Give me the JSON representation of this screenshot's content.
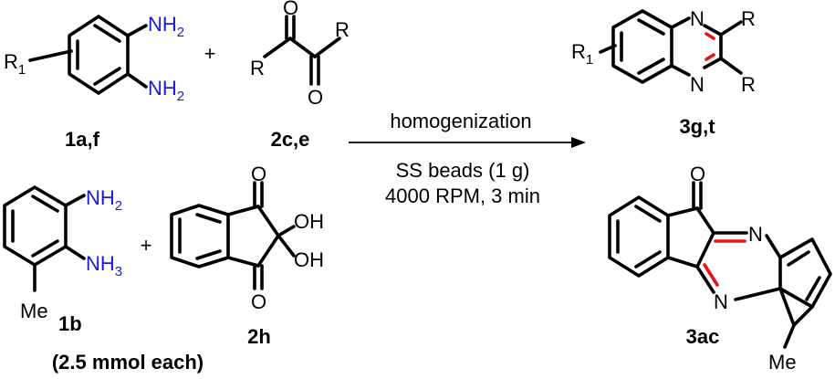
{
  "colors": {
    "heteroatom_blue": "#1a1adb",
    "oxygen_red": "#e4141b",
    "bond_black": "#000000"
  },
  "reaction_top": {
    "diamine_substituent": "R",
    "diamine_substituent_subscript": "1",
    "amine_group": "NH",
    "amine_subscript": "2",
    "diamine_label": "1a,f",
    "plus": "+",
    "diketone_substituent": "R",
    "carbonyl_atom": "O",
    "diketone_label": "2c,e",
    "product_ring_n": "N",
    "product_substituent": "R",
    "product_r1": "R",
    "product_r1_subscript": "1",
    "product_label": "3g,t"
  },
  "conditions": {
    "above_arrow": "homogenization",
    "below_line1": "SS beads (1 g)",
    "below_line2": "4000 RPM, 3 min"
  },
  "reaction_bottom": {
    "amine_top": "NH",
    "amine_top_subscript": "2",
    "amine_bottom": "NH",
    "amine_bottom_subscript": "3",
    "methyl": "Me",
    "diamine_label": "1b",
    "scale_note": "(2.5 mmol each)",
    "plus": "+",
    "ninhydrin_oxygen": "O",
    "hydroxyl": "OH",
    "ninhydrin_label": "2h",
    "product_oxygen": "O",
    "product_n": "N",
    "product_methyl": "Me",
    "product_label": "3ac"
  }
}
